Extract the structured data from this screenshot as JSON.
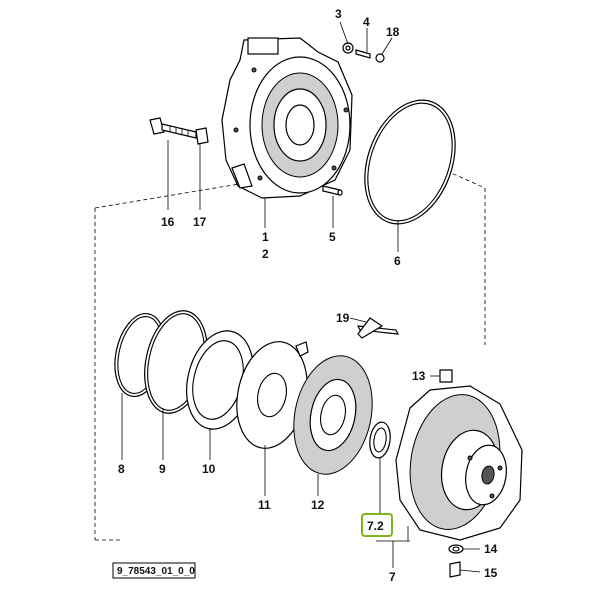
{
  "callouts": {
    "c3": "3",
    "c4": "4",
    "c18": "18",
    "c16": "16",
    "c17": "17",
    "c1": "1",
    "c2": "2",
    "c5": "5",
    "c6": "6",
    "c19": "19",
    "c13": "13",
    "c8": "8",
    "c9": "9",
    "c10": "10",
    "c11": "11",
    "c12": "12",
    "c7_2": "7.2",
    "c7": "7",
    "c14": "14",
    "c15": "15"
  },
  "reference_code": "9_78543_01_0_0",
  "colors": {
    "highlight_box": "#7ab51d",
    "ink": "#000000",
    "shade": "#cfcfcf"
  }
}
